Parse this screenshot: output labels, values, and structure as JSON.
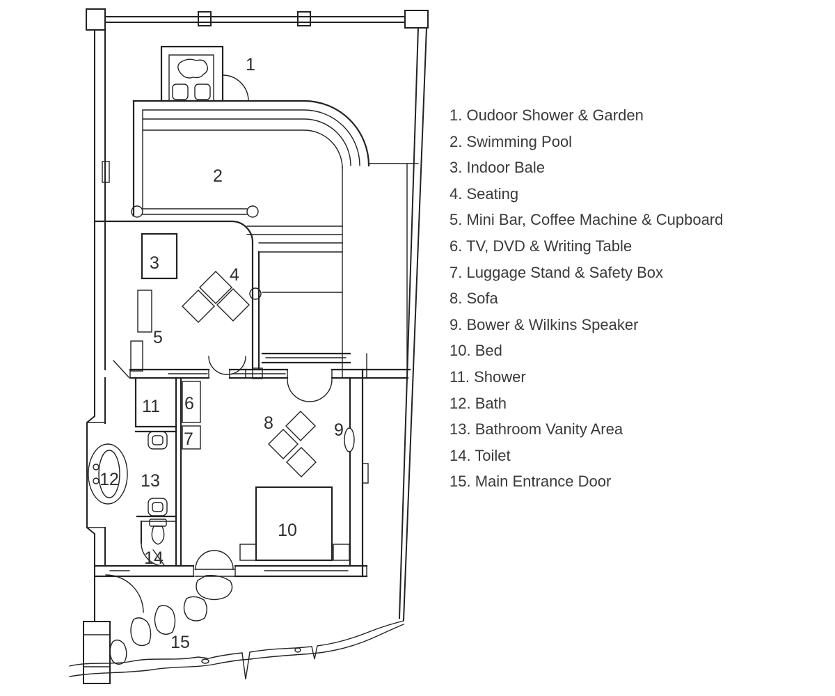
{
  "legend": {
    "items": [
      {
        "text": "1. Oudoor Shower & Garden"
      },
      {
        "text": "2. Swimming Pool"
      },
      {
        "text": "3. Indoor Bale"
      },
      {
        "text": "4. Seating"
      },
      {
        "text": "5. Mini Bar, Coffee Machine & Cupboard"
      },
      {
        "text": "6. TV, DVD & Writing Table"
      },
      {
        "text": "7. Luggage Stand & Safety Box"
      },
      {
        "text": "8. Sofa"
      },
      {
        "text": "9. Bower & Wilkins Speaker"
      },
      {
        "text": "10. Bed"
      },
      {
        "text": "11. Shower"
      },
      {
        "text": "12. Bath"
      },
      {
        "text": "13. Bathroom Vanity Area"
      },
      {
        "text": "14. Toilet"
      },
      {
        "text": "15. Main Entrance Door"
      }
    ]
  },
  "plan": {
    "labels": [
      {
        "num": "1"
      },
      {
        "num": "2"
      },
      {
        "num": "3"
      },
      {
        "num": "4"
      },
      {
        "num": "5"
      },
      {
        "num": "6"
      },
      {
        "num": "7"
      },
      {
        "num": "8"
      },
      {
        "num": "9"
      },
      {
        "num": "10"
      },
      {
        "num": "11"
      },
      {
        "num": "12"
      },
      {
        "num": "13"
      },
      {
        "num": "14"
      },
      {
        "num": "15"
      }
    ]
  },
  "colors": {
    "line": "#222222",
    "room_number_text": "#2e2e2e",
    "legend_text": "#3a3a3a",
    "background": "#ffffff"
  }
}
